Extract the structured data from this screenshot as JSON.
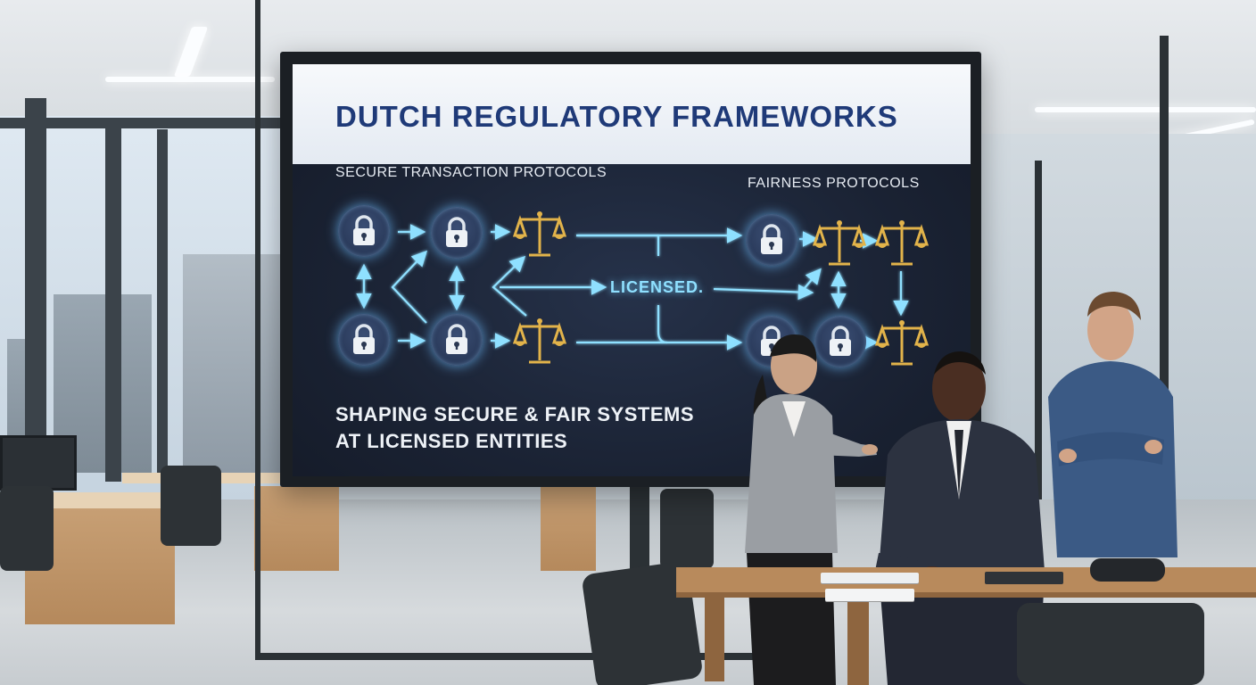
{
  "screen": {
    "title": "DUTCH REGULATORY FRAMEWORKS",
    "left_section_label": "SECURE TRANSACTION PROTOCOLS",
    "right_section_label": "FAIRNESS PROTOCOLS",
    "center_label": "LICENSED.",
    "bottom_line_1": "SHAPING SECURE & FAIR SYSTEMS",
    "bottom_line_2": "AT LICENSED ENTITIES"
  },
  "icons": {
    "lock": "padlock-icon",
    "scale": "balance-scale-icon"
  },
  "colors": {
    "title_text": "#1f3a78",
    "glow": "#6ecbff",
    "gold": "#e2b34a",
    "screen_bg": "#1a2233"
  }
}
